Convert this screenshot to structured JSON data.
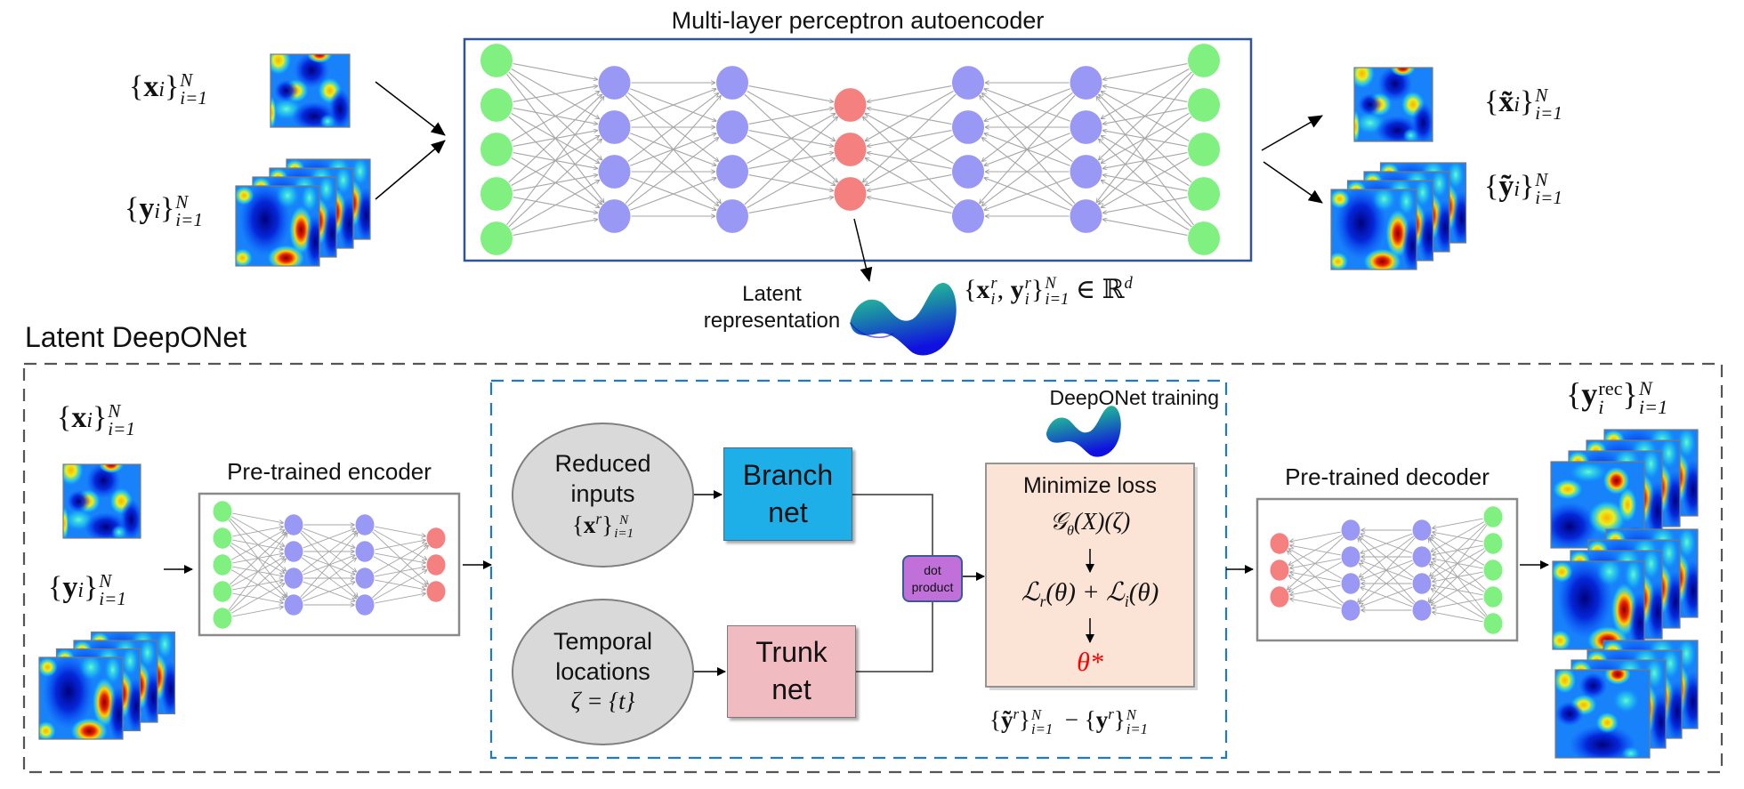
{
  "autoencoder": {
    "title": "Multi-layer perceptron autoencoder",
    "layers": [
      {
        "nodes": 5,
        "color": "#80f080"
      },
      {
        "nodes": 4,
        "color": "#9999f5"
      },
      {
        "nodes": 4,
        "color": "#9999f5"
      },
      {
        "nodes": 3,
        "color": "#f58080"
      },
      {
        "nodes": 4,
        "color": "#9999f5"
      },
      {
        "nodes": 4,
        "color": "#9999f5"
      },
      {
        "nodes": 5,
        "color": "#80f080"
      }
    ],
    "inputs": {
      "x_label": {
        "base": "x",
        "sub": "i",
        "set_sup": "N",
        "set_sub": "i=1"
      },
      "y_label": {
        "base": "y",
        "sub": "i",
        "set_sup": "N",
        "set_sub": "i=1"
      }
    },
    "outputs": {
      "x_label": {
        "base": "x̃",
        "sub": "i",
        "set_sup": "N",
        "set_sub": "i=1"
      },
      "y_label": {
        "base": "ỹ",
        "sub": "i",
        "set_sup": "N",
        "set_sub": "i=1"
      }
    },
    "latent": {
      "label_line1": "Latent",
      "label_line2": "representation",
      "formula": "{x_i^r, y_i^r}_{i=1}^N ∈ ℝ^d",
      "formula_parts": {
        "open": "{",
        "x": "x",
        "xsup": "r",
        "xsub": "i",
        "comma": ", ",
        "y": "y",
        "ysup": "r",
        "ysub": "i",
        "close": "}",
        "set_sup": "N",
        "set_sub": "i=1",
        "in": " ∈ ℝ",
        "dim": "d"
      }
    }
  },
  "latent_deeponet": {
    "title": "Latent DeepONet",
    "inputs": {
      "x_label": {
        "base": "x",
        "sub": "i",
        "set_sup": "N",
        "set_sub": "i=1"
      },
      "y_label": {
        "base": "y",
        "sub": "i",
        "set_sup": "N",
        "set_sub": "i=1"
      }
    },
    "encoder": {
      "title": "Pre-trained encoder",
      "layers": [
        {
          "nodes": 5,
          "color": "#80f080"
        },
        {
          "nodes": 4,
          "color": "#9999f5"
        },
        {
          "nodes": 4,
          "color": "#9999f5"
        },
        {
          "nodes": 3,
          "color": "#f58080"
        }
      ]
    },
    "training": {
      "title": "DeepONet training",
      "title_color": "#1f78c8",
      "reduced_inputs": {
        "line1": "Reduced",
        "line2": "inputs",
        "math": {
          "base": "x",
          "sup": "r",
          "set_sup": "N",
          "set_sub": "i=1"
        }
      },
      "temporal_locations": {
        "line1": "Temporal",
        "line2": "locations",
        "math": "ζ = {t}"
      },
      "branch_net": {
        "line1": "Branch",
        "line2": "net",
        "color": "#1eaee8"
      },
      "trunk_net": {
        "line1": "Trunk",
        "line2": "net",
        "color": "#f0bcc2"
      },
      "dot_product": {
        "line1": "dot",
        "line2": "product",
        "color": "#c070d8"
      },
      "loss_box": {
        "title": "Minimize loss",
        "operator": "𝒢θ(X)(ζ)",
        "operator_parts": {
          "g": "𝒢",
          "sub": "θ",
          "rest": "(X)(ζ)"
        },
        "loss": "ℒr(θ) + ℒi(θ)",
        "loss_parts": {
          "l1": "ℒ",
          "s1": "r",
          "a1": "(θ) + ",
          "l2": "ℒ",
          "s2": "i",
          "a2": "(θ)"
        },
        "result": "θ*",
        "result_color": "#ff0000",
        "color": "#fbe3d6"
      },
      "residual": {
        "left_base": "ỹ",
        "left_sup": "r",
        "minus": "−",
        "right_base": "y",
        "right_sup": "r",
        "set_sup": "N",
        "set_sub": "i=1"
      }
    },
    "decoder": {
      "title": "Pre-trained decoder",
      "layers": [
        {
          "nodes": 3,
          "color": "#f58080"
        },
        {
          "nodes": 4,
          "color": "#9999f5"
        },
        {
          "nodes": 4,
          "color": "#9999f5"
        },
        {
          "nodes": 5,
          "color": "#80f080"
        }
      ]
    },
    "output": {
      "base": "y",
      "sup": "rec",
      "sub": "i",
      "set_sup": "N",
      "set_sub": "i=1"
    }
  }
}
